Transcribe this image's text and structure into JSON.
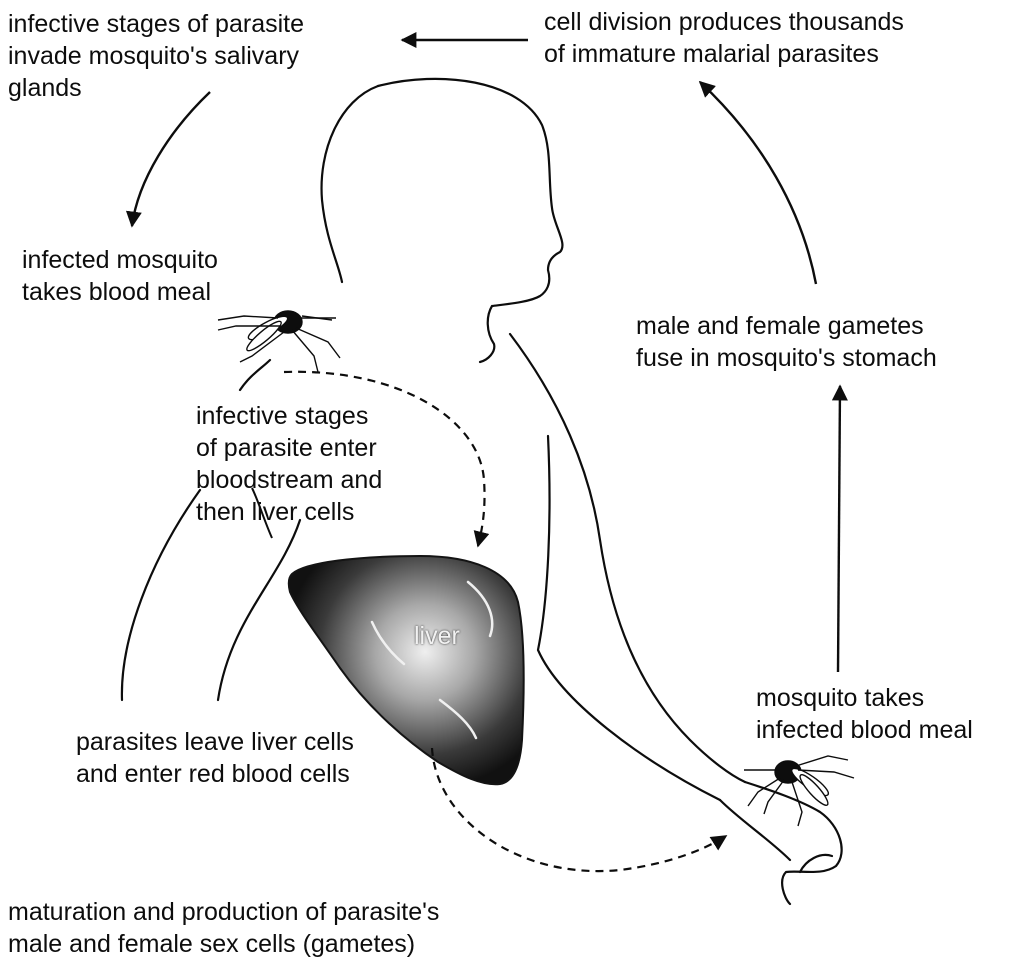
{
  "labels": {
    "salivary": "infective stages of parasite\ninvade mosquito's salivary\nglands",
    "division": "cell division produces thousands\nof immature malarial parasites",
    "infected_mosquito": "infected mosquito\ntakes blood meal",
    "fuse": "male and female gametes\nfuse in mosquito's stomach",
    "enter_bloodstream": "infective stages\nof parasite enter\nbloodstream and\nthen liver cells",
    "liver": "liver",
    "mosquito_takes": "mosquito takes\ninfected blood meal",
    "leave_liver": "parasites leave liver cells\nand enter red blood cells",
    "maturation": "maturation and production of parasite's\nmale and female sex cells (gametes)"
  },
  "colors": {
    "ink": "#0d0d0d",
    "liver_dark": "#141414",
    "liver_light": "#e6e6e6"
  },
  "icons": [
    "mosquito-neck-icon",
    "mosquito-wrist-icon"
  ]
}
